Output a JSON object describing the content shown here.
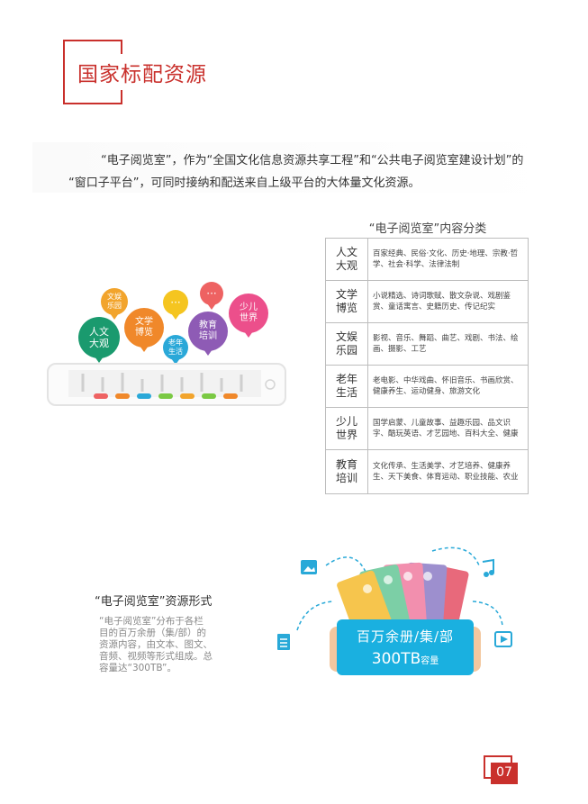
{
  "section_title": "国家标配资源",
  "intro": {
    "line1": "“电子阅览室”，作为“全国文化信息资源共享工程”和“公共电子阅览室建设计划”的",
    "line2": "“窗口子平台”，可同时接纳和配送来自上级平台的大体量文化资源。"
  },
  "content_table": {
    "title": "“电子阅览室”内容分类",
    "rows": [
      {
        "category": "人文大观",
        "desc": "百家经典、民俗·文化、历史·地理、宗教·哲学、社会·科学、法律法制"
      },
      {
        "category": "文学博览",
        "desc": "小说精选、诗词歌赋、散文杂说、戏剧鉴赏、童话寓言、史籍历史、传记纪实"
      },
      {
        "category": "文娱乐园",
        "desc": "影视、音乐、舞蹈、曲艺、戏剧、书法、绘画、摄影、工艺"
      },
      {
        "category": "老年生活",
        "desc": "老电影、中华戏曲、怀旧音乐、书画欣赏、健康养生、运动健身、旅游文化"
      },
      {
        "category": "少儿世界",
        "desc": "国学启蒙、儿童故事、益趣乐园、品文识字、酷玩英语、才艺园地、百科大全、健康"
      },
      {
        "category": "教育培训",
        "desc": "文化传承、生活美学、才艺培养、健康养生、天下美食、体育运动、职业技能、农业"
      }
    ]
  },
  "bubbles": {
    "renwen": "人文大观",
    "wenyu": "文娱乐园",
    "wenxue": "文学博览",
    "dots": "···",
    "laonian": "老年生活",
    "jiaoyu": "教育培训",
    "shaoer": "少儿世界"
  },
  "resource_form": {
    "title": "“电子阅览室”资源形式",
    "desc_lines": [
      "“电子阅览室”分布于各栏",
      "目的百万余册（集/部）的",
      "资源内容，由文本、图文、",
      "音频、视频等形式组成。总",
      "容量达“300TB”。"
    ]
  },
  "banner": {
    "line1": "百万余册/集/部",
    "capacity": "300TB",
    "capacity_unit": "容量"
  },
  "page_number": "07",
  "colors": {
    "accent_red": "#c9302c",
    "banner_blue": "#1ab0e0",
    "icon_blue": "#29a9d8"
  }
}
